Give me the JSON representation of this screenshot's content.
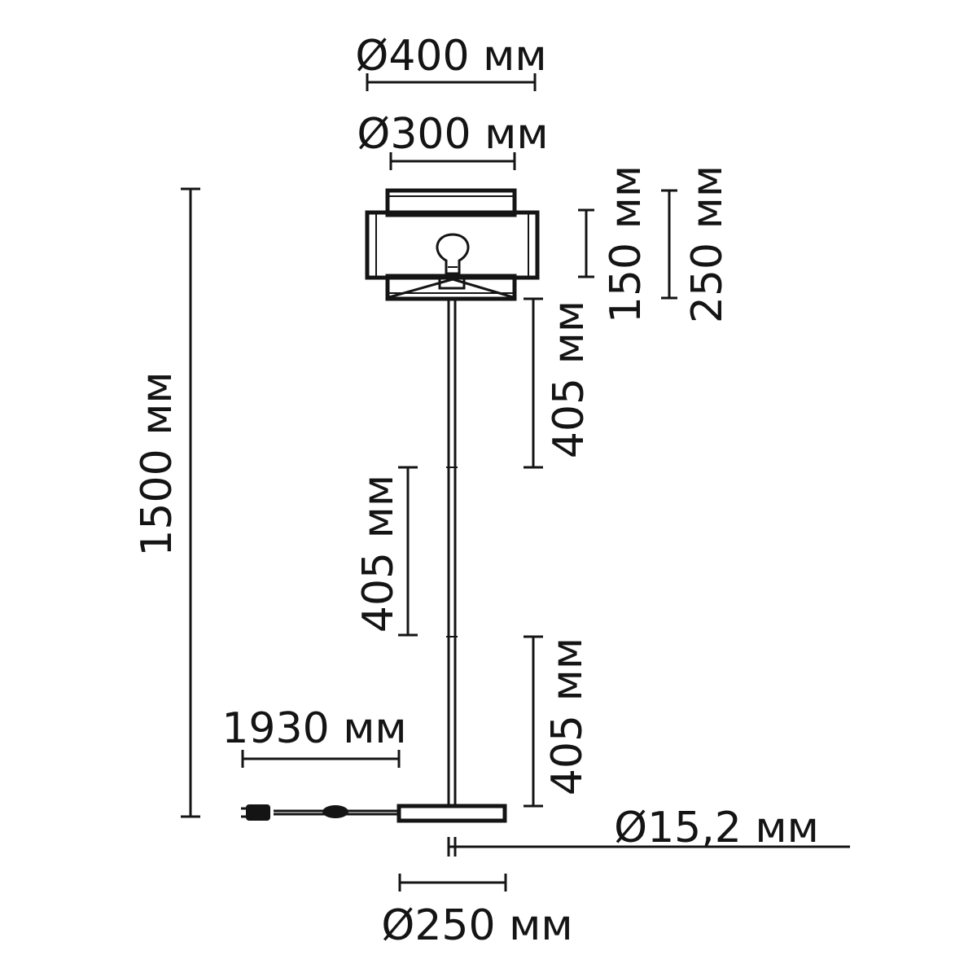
{
  "drawing": {
    "dimensions": {
      "shade_outer_diameter": "Ø400 мм",
      "shade_inner_diameter": "Ø300 мм",
      "inner_shade_height": "150 мм",
      "shade_total_height": "250 мм",
      "total_height": "1500 мм",
      "rod_segment_top": "405 мм",
      "rod_segment_middle": "405 мм",
      "rod_segment_bottom": "405 мм",
      "cable_length": "1930 мм",
      "rod_diameter": "Ø15,2 мм",
      "base_diameter": "Ø250 мм"
    }
  }
}
